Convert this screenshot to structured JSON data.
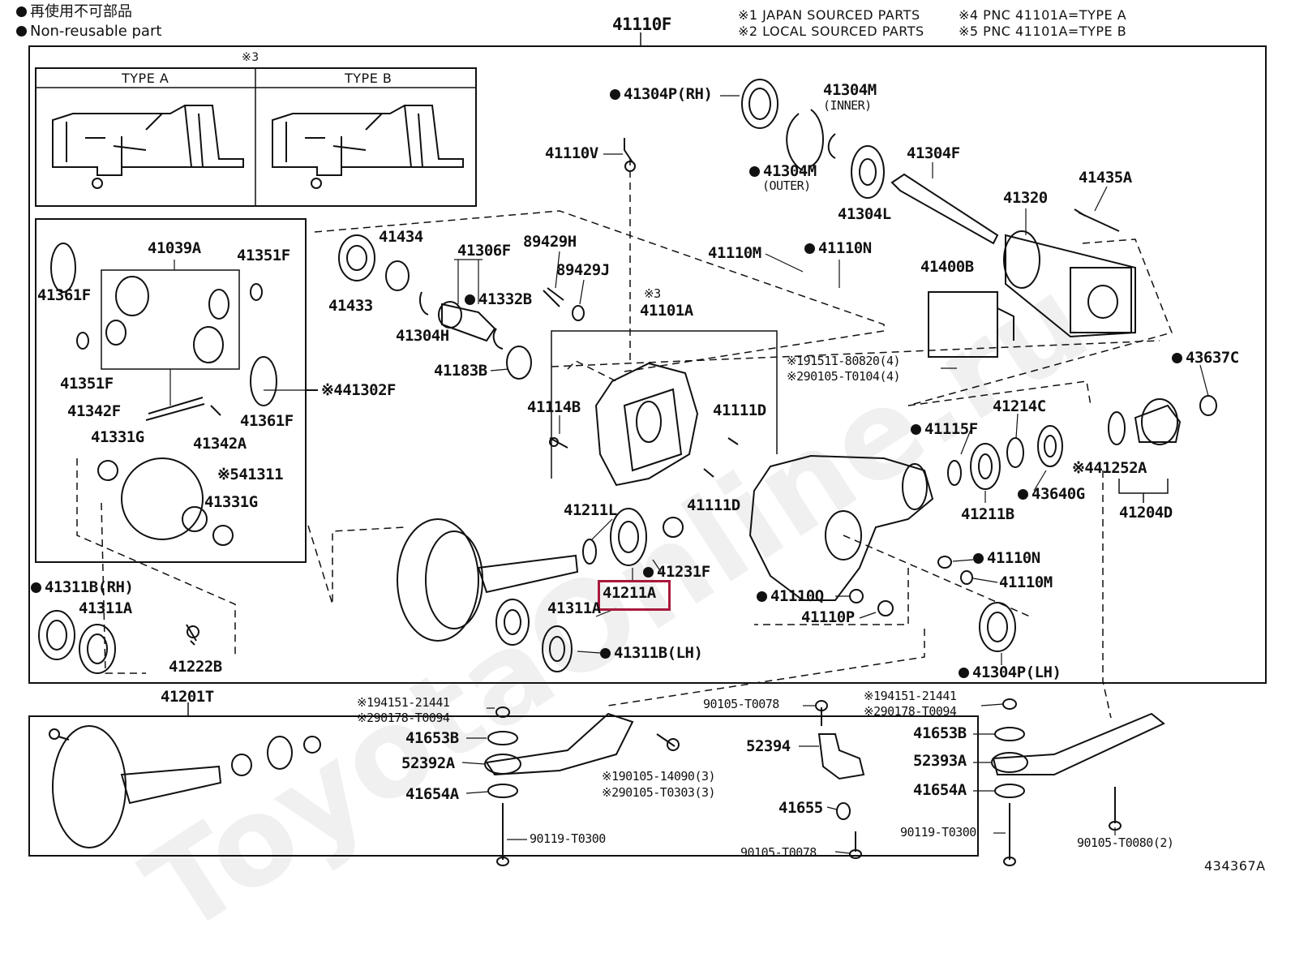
{
  "legend": {
    "jp": "再使用不可部品",
    "en": "Non-reusable part"
  },
  "notes": [
    "※1 JAPAN SOURCED PARTS",
    "※2 LOCAL SOURCED PARTS",
    "※4 PNC 41101A=TYPE A",
    "※5 PNC 41101A=TYPE B"
  ],
  "top_label": "41110F",
  "type_box": {
    "ref": "※3",
    "type_a": "TYPE A",
    "type_b": "TYPE B"
  },
  "diagram_id": "434367A",
  "watermark": "ToyotaOnline.ru",
  "highlighted_part": "41211A",
  "parts": {
    "p41304P_RH": "41304P(RH)",
    "p41304M_inner": "41304M",
    "p41304M_inner_note": "(INNER)",
    "p41304M_outer": "41304M",
    "p41304M_outer_note": "(OUTER)",
    "p41304F": "41304F",
    "p41304L": "41304L",
    "p41435A": "41435A",
    "p41320": "41320",
    "p41110V": "41110V",
    "p41110M_top": "41110M",
    "p41110N_top": "41110N",
    "p41400B": "41400B",
    "p41433": "41433",
    "p41434": "41434",
    "p41306F": "41306F",
    "p89429H": "89429H",
    "p89429J": "89429J",
    "p41332B": "41332B",
    "p41304H": "41304H",
    "p41183B": "41183B",
    "p3_41101A_ref": "※3",
    "p41101A": "41101A",
    "p191511": "※191511-80820(4)",
    "p290105_T0104": "※290105-T0104(4)",
    "p43637C": "43637C",
    "p41114B": "41114B",
    "p41111D_a": "41111D",
    "p41111D_b": "41111D",
    "p41214C": "41214C",
    "p41115F": "41115F",
    "p441252A": "※441252A",
    "p41211B": "41211B",
    "p43640G": "43640G",
    "p41204D": "41204D",
    "p41211L": "41211L",
    "p41231F": "41231F",
    "p41211A": "41211A",
    "p41311A": "41311A",
    "p41311B_LH": "41311B(LH)",
    "p41110N_low": "41110N",
    "p41110M_low": "41110M",
    "p41110Q": "41110Q",
    "p41110P": "41110P",
    "p41304P_LH": "41304P(LH)",
    "p41039A": "41039A",
    "p41351F_a": "41351F",
    "p41361F_a": "41361F",
    "p41351F_b": "41351F",
    "p41342F": "41342F",
    "p41361F_b": "41361F",
    "p441302F": "※441302F",
    "p41331G_a": "41331G",
    "p41342A": "41342A",
    "p541311": "※541311",
    "p41331G_b": "41331G",
    "p41311B_RH": "41311B(RH)",
    "p41311A_l": "41311A",
    "p41222B": "41222B",
    "p41201T": "41201T",
    "p194151_a": "※194151-21441",
    "p290178_a": "※290178-T0094",
    "p41653B_a": "41653B",
    "p52392A": "52392A",
    "p190105": "※190105-14090(3)",
    "p290105_T0303": "※290105-T0303(3)",
    "p41654A_a": "41654A",
    "p90119_a": "90119-T0300",
    "p90105_T0078_a": "90105-T0078",
    "p52394": "52394",
    "p41655": "41655",
    "p90105_T0078_b": "90105-T0078",
    "p194151_b": "※194151-21441",
    "p290178_b": "※290178-T0094",
    "p41653B_b": "41653B",
    "p52393A": "52393A",
    "p41654A_b": "41654A",
    "p90119_b": "90119-T0300",
    "p90105_T0080": "90105-T0080(2)"
  }
}
